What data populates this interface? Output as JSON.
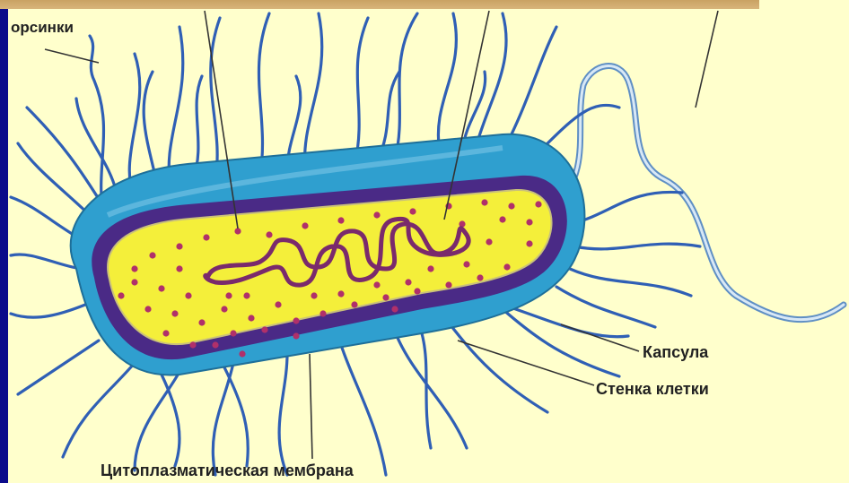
{
  "labels": {
    "pili": "орсинки",
    "capsule": "Капсула",
    "cell_wall": "Стенка клетки",
    "cytoplasmic_membrane": "Цитоплазматическая мембрана"
  },
  "colors": {
    "background": "#ffffcc",
    "left_bar": "#0b0b8a",
    "top_band": "#d2ac70",
    "capsule": "#2f9fcf",
    "cell_wall": "#4a2a86",
    "cytoplasm": "#f4ef3a",
    "nucleoid": "#7a2a6c",
    "ribosomes": "#b0306a",
    "pili": "#2f5fb5",
    "flagellum": "#8fb6de",
    "leader_lines": "#333333"
  }
}
